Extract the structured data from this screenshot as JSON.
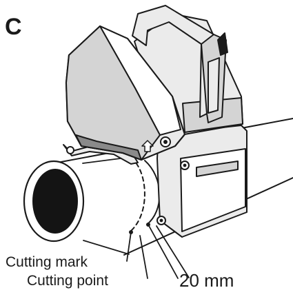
{
  "figure": {
    "panel_letter": "C",
    "labels": {
      "cutting_mark": "Cutting mark",
      "cutting_point": "Cutting point",
      "distance": "20 mm"
    },
    "colors": {
      "line": "#1a1a1a",
      "light_fill": "#ebebeb",
      "mid_fill": "#d4d4d4",
      "dark_fill": "#8a8a8a",
      "pipe_bore": "#141414"
    }
  }
}
